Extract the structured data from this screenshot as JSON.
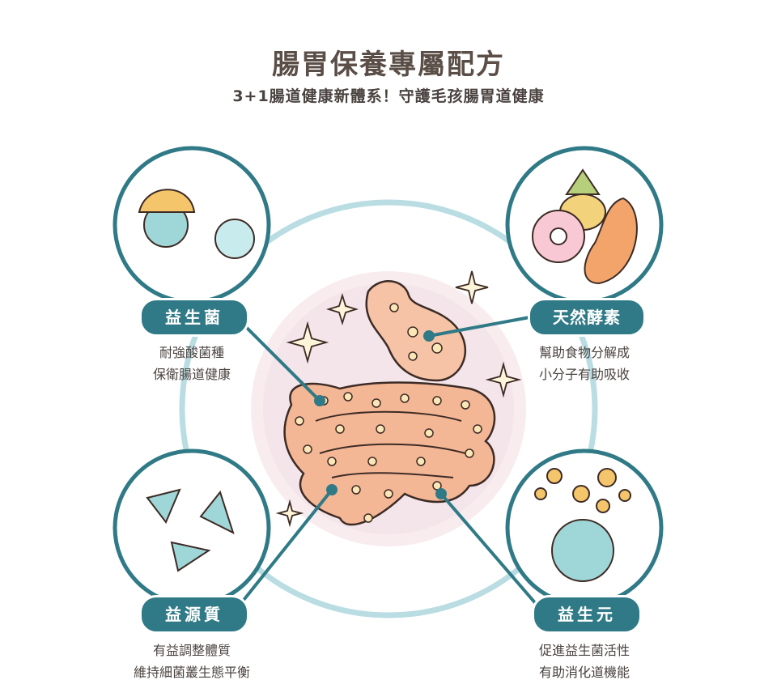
{
  "header": {
    "title": "腸胃保養專屬配方",
    "subtitle": "3+1腸道健康新體系！守護毛孩腸胃道健康"
  },
  "features": [
    {
      "label": "益生菌",
      "lines": [
        "耐強酸菌種",
        "保衛腸道健康"
      ]
    },
    {
      "label": "天然酵素",
      "lines": [
        "幫助食物分解成",
        "小分子有助吸收"
      ]
    },
    {
      "label": "益源質",
      "lines": [
        "有益調整體質",
        "維持細菌叢生態平衡"
      ]
    },
    {
      "label": "益生元",
      "lines": [
        "促進益生菌活性",
        "有助消化道機能"
      ]
    }
  ],
  "colors": {
    "teal": "#2f7a86",
    "ring": "#b9dde2",
    "pink": "#f6e6e9",
    "gut": "#f3b08f",
    "title": "#5a4e47"
  }
}
